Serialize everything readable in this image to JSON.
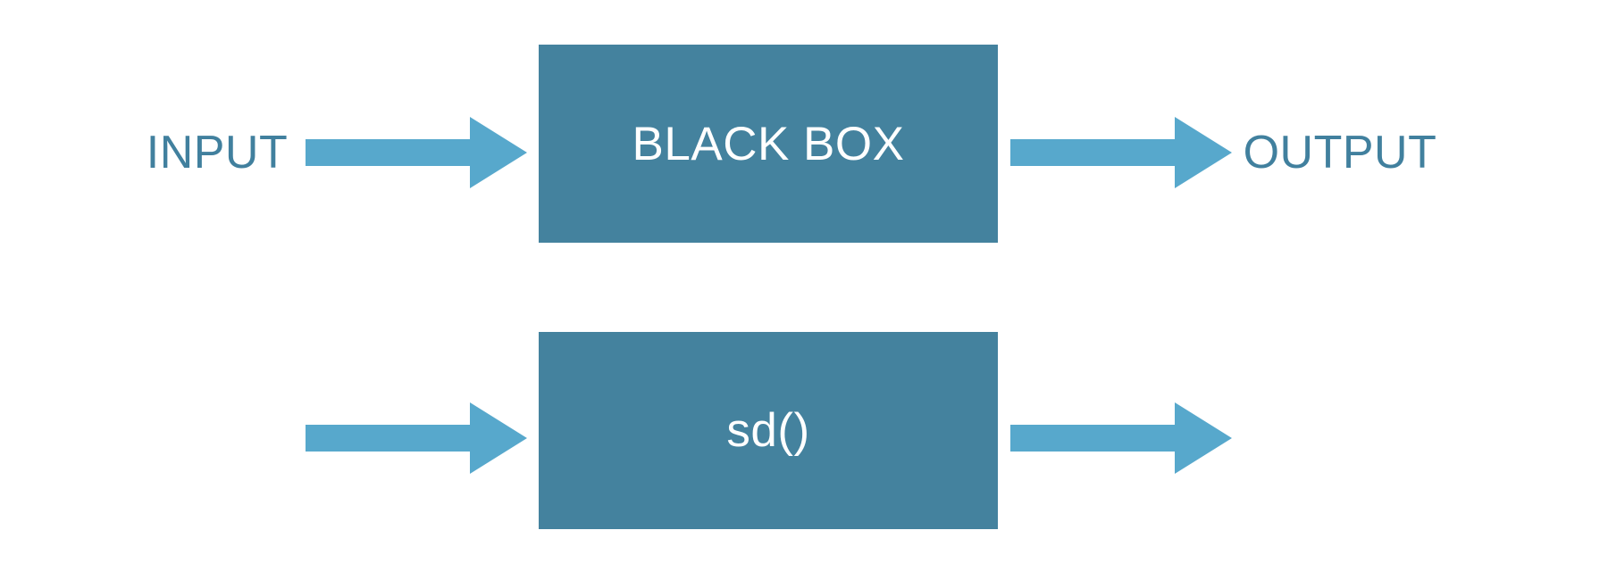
{
  "diagram": {
    "title": "",
    "top_row": {
      "input_label": "INPUT",
      "box_label": "BLACK BOX",
      "output_label": "OUTPUT"
    },
    "bottom_row": {
      "box_label": "sd()"
    },
    "icons": [
      "arrow-right-icon",
      "arrow-right-icon",
      "arrow-right-icon",
      "arrow-right-icon"
    ]
  },
  "colors": {
    "background": "#ffffff",
    "box_fill": "#44829e",
    "box_text": "#ffffff",
    "arrow_fill": "#57a8cc",
    "label_text": "#41809e"
  }
}
